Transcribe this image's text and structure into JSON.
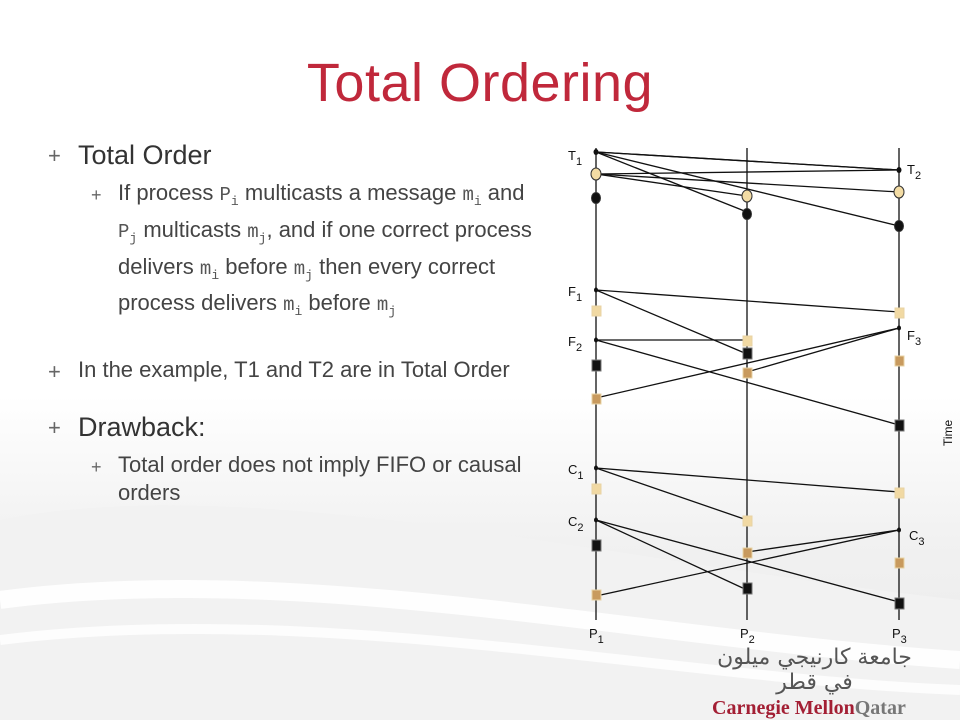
{
  "title": "Total Ordering",
  "bullets": {
    "total_order": "Total Order",
    "def": {
      "t1": "If process ",
      "pi": "P",
      "pi_sub": "i",
      "t2": " multicasts a message ",
      "mi": "m",
      "mi_sub": "i",
      "t3": " and ",
      "pj": "P",
      "pj_sub": "j",
      "t4": " multicasts ",
      "mj": "m",
      "mj_sub": "j",
      "t5": ", and if one correct process delivers ",
      "t6": " before ",
      "t7": " then every correct process delivers ",
      "t8": " before "
    },
    "example": "In the example, T1 and T2 are in Total Order",
    "drawback": "Drawback:",
    "drawback_sub": "Total order does not imply FIFO or causal orders"
  },
  "diagram": {
    "time_label": "Time",
    "process_labels": [
      {
        "main": "P",
        "sub": "1"
      },
      {
        "main": "P",
        "sub": "2"
      },
      {
        "main": "P",
        "sub": "3"
      }
    ],
    "message_labels": [
      {
        "main": "T",
        "sub": "1"
      },
      {
        "main": "T",
        "sub": "2"
      },
      {
        "main": "F",
        "sub": "1"
      },
      {
        "main": "F",
        "sub": "2"
      },
      {
        "main": "F",
        "sub": "3"
      },
      {
        "main": "C",
        "sub": "1"
      },
      {
        "main": "C",
        "sub": "2"
      },
      {
        "main": "C",
        "sub": "3"
      }
    ],
    "colors": {
      "line": "#111111",
      "t_marker_light": "#f3dca4",
      "f_marker_light": "#f1d9a3",
      "f_marker_dark": "#c89a5e",
      "black_marker": "#111111"
    }
  },
  "logo": {
    "arabic": "جامعة كارنيجي ميلون في قطر",
    "english_main": "Carnegie Mellon",
    "english_accent": "Qatar"
  }
}
